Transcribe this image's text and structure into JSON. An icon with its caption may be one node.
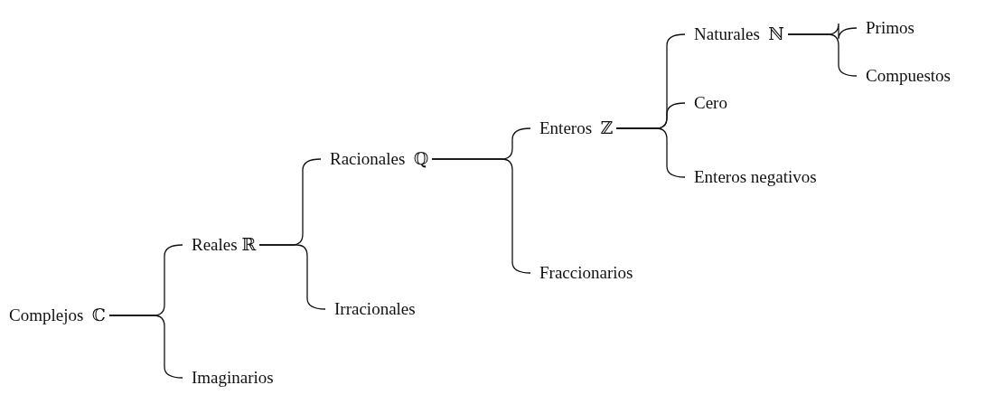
{
  "diagram": {
    "nodes": [
      {
        "text": [
          "Complejos  ℂ"
        ]
      },
      {
        "text": [
          "Reales ℝ"
        ]
      },
      {
        "text": [
          "Imaginarios"
        ]
      },
      {
        "text": [
          "Racionales  ℚ"
        ]
      },
      {
        "text": [
          "Irracionales"
        ]
      },
      {
        "text": [
          "Enteros  ℤ"
        ]
      },
      {
        "text": [
          "Fraccionarios"
        ]
      },
      {
        "text": [
          "Naturales  ℕ"
        ]
      },
      {
        "text": [
          "Cero"
        ]
      },
      {
        "text": [
          "Enteros negativos"
        ]
      },
      {
        "text": [
          "Primos"
        ]
      },
      {
        "text": [
          "Compuestos"
        ]
      }
    ],
    "edges": [
      {
        "from": 0,
        "to": 1,
        "arrow": "none"
      },
      {
        "from": 0,
        "to": 2,
        "arrow": "none"
      },
      {
        "from": 1,
        "to": 3,
        "arrow": "none"
      },
      {
        "from": 1,
        "to": 4,
        "arrow": "none"
      },
      {
        "from": 3,
        "to": 5,
        "arrow": "none"
      },
      {
        "from": 3,
        "to": 6,
        "arrow": "none"
      },
      {
        "from": 5,
        "to": 7,
        "arrow": "none"
      },
      {
        "from": 5,
        "to": 8,
        "arrow": "none"
      },
      {
        "from": 5,
        "to": 9,
        "arrow": "none"
      },
      {
        "from": 7,
        "to": 10,
        "arrow": "none"
      },
      {
        "from": 7,
        "to": 11,
        "arrow": "none"
      }
    ]
  }
}
